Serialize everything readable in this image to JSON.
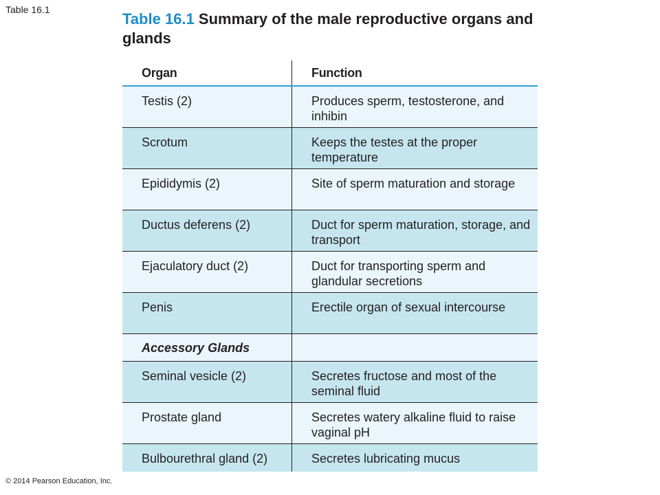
{
  "slide_label": "Table 16.1",
  "heading": {
    "number": "Table 16.1",
    "title": "Summary of the male reproductive organs and glands"
  },
  "columns": {
    "organ": "Organ",
    "function": "Function"
  },
  "rows": [
    {
      "organ": "Testis (2)",
      "function": "Produces sperm, testosterone, and inhibin"
    },
    {
      "organ": "Scrotum",
      "function": "Keeps the testes at the proper temperature"
    },
    {
      "organ": "Epididymis (2)",
      "function": "Site of sperm maturation and storage"
    },
    {
      "organ": "Ductus deferens (2)",
      "function": "Duct for sperm maturation, storage, and transport"
    },
    {
      "organ": "Ejaculatory duct (2)",
      "function": "Duct for transporting sperm and glandular secretions"
    },
    {
      "organ": "Penis",
      "function": "Erectile organ of sexual intercourse"
    }
  ],
  "section_label": "Accessory Glands",
  "accessory_rows": [
    {
      "organ": "Seminal vesicle (2)",
      "function": "Secretes fructose and most of the seminal fluid"
    },
    {
      "organ": "Prostate gland",
      "function": "Secretes watery alkaline fluid to raise vaginal pH"
    },
    {
      "organ": "Bulbourethral gland (2)",
      "function": "Secretes lubricating mucus"
    }
  ],
  "copyright": "© 2014 Pearson Education, Inc."
}
